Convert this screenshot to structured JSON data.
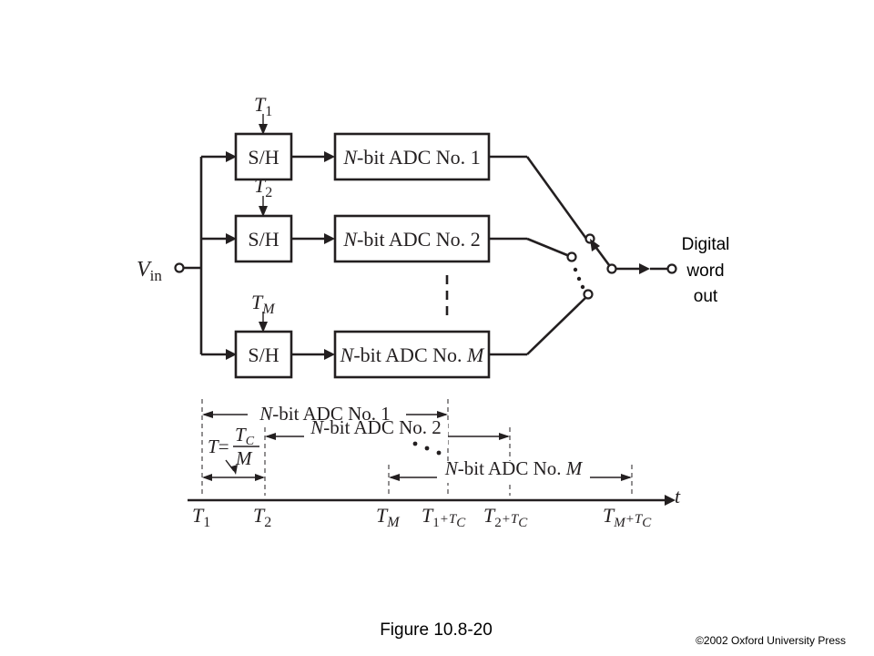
{
  "diagram": {
    "input_label": "V",
    "input_sub": "in",
    "sh_label": "S/H",
    "clock": {
      "t": "T",
      "sub1": "1",
      "sub2": "2",
      "subM": "M"
    },
    "adc": {
      "prefix": "N",
      "rest": "-bit ADC No. ",
      "n1": "1",
      "n2": "2",
      "nM": "M"
    },
    "output": {
      "line1": "Digital",
      "line2": "word",
      "line3": "out"
    }
  },
  "timing": {
    "axis_label": "t",
    "bar1": {
      "prefix": "N",
      "rest": "-bit ADC No. 1"
    },
    "bar2": {
      "prefix": "N",
      "rest": "-bit ADC No. 2"
    },
    "barM": {
      "prefix": "N",
      "rest": "-bit ADC No. ",
      "num": "M"
    },
    "formula": {
      "lhs": "T",
      "eq": "=",
      "num_t": "T",
      "num_sub": "C",
      "den": "M"
    },
    "ticks": {
      "t": "T",
      "s1": "1",
      "s2": "2",
      "sM": "M",
      "plus": "+T",
      "c": "C"
    }
  },
  "caption": "Figure 10.8-20",
  "copyright": "©2002  Oxford University Press"
}
